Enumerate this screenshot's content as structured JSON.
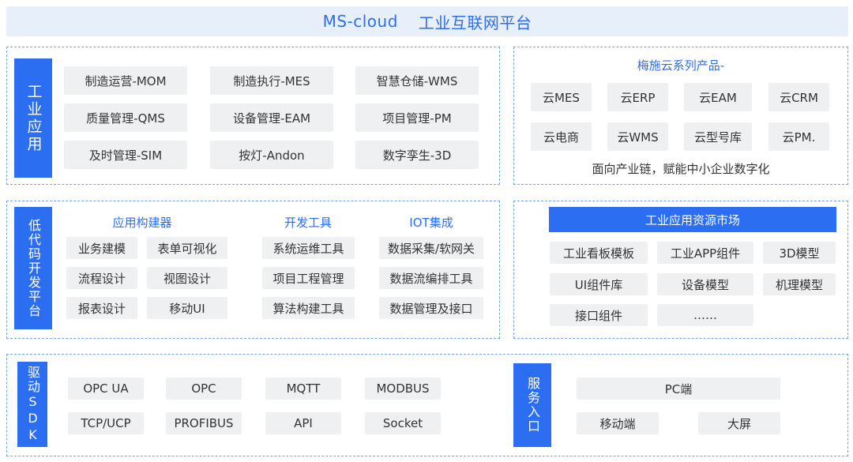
{
  "header": {
    "brand": "MS-cloud",
    "platform": "工业互联网平台"
  },
  "industrial_apps": {
    "label": "工业应用",
    "items": [
      "制造运营-MOM",
      "制造执行-MES",
      "智慧仓储-WMS",
      "质量管理-QMS",
      "设备管理-EAM",
      "项目管理-PM",
      "及时管理-SIM",
      "按灯-Andon",
      "数字孪生-3D"
    ]
  },
  "cloud_products": {
    "title": "梅施云系列产品-",
    "items": [
      "云MES",
      "云ERP",
      "云EAM",
      "云CRM",
      "云电商",
      "云WMS",
      "云型号库",
      "云PM."
    ],
    "note": "面向产业链，赋能中小企业数字化"
  },
  "lowcode": {
    "label": "低代码开发平台",
    "builder": {
      "title": "应用构建器",
      "items": [
        "业务建模",
        "表单可视化",
        "流程设计",
        "视图设计",
        "报表设计",
        "移动UI"
      ]
    },
    "devtools": {
      "title": "开发工具",
      "items": [
        "系统运维工具",
        "项目工程管理",
        "算法构建工具"
      ]
    },
    "iot": {
      "title": "IOT集成",
      "items": [
        "数据采集/软网关",
        "数据流编排工具",
        "数据管理及接口"
      ]
    }
  },
  "market": {
    "title": "工业应用资源市场",
    "items": [
      "工业看板模板",
      "工业APP组件",
      "3D模型",
      "UI组件库",
      "设备模型",
      "机理模型",
      "接口组件",
      "……"
    ]
  },
  "driver_sdk": {
    "label": "驱动SDK",
    "items": [
      "OPC UA",
      "OPC",
      "MQTT",
      "MODBUS",
      "TCP/UCP",
      "PROFIBUS",
      "API",
      "Socket"
    ]
  },
  "service_entry": {
    "label": "服务入口",
    "items": [
      "PC端",
      "移动端",
      "大屏"
    ]
  },
  "colors": {
    "accent": "#2c6ef2",
    "chip": "#eff0f2",
    "title_bg": "#e7effb",
    "border": "#6fa3e6"
  }
}
